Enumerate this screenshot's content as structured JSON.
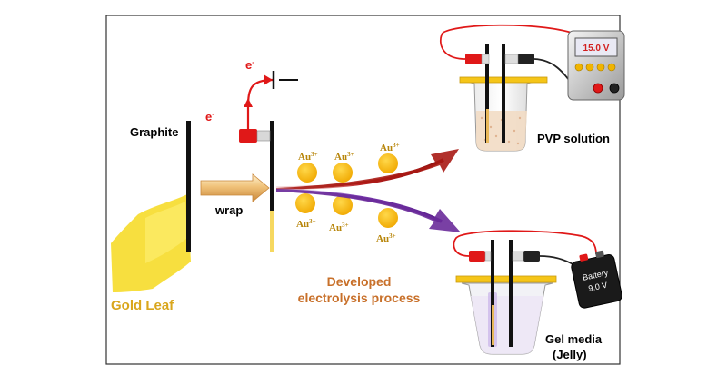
{
  "labels": {
    "graphite": "Graphite",
    "wrap": "wrap",
    "gold_leaf": "Gold Leaf",
    "electron": "e",
    "electron_sup": "-",
    "ion_base": "Au",
    "ion_sup": "3+",
    "process_line1": "Developed",
    "process_line2": "electrolysis process",
    "pvp_solution": "PVP solution",
    "gel_line1": "Gel media",
    "gel_line2": "(Jelly)",
    "power_supply_display": "15.0 V",
    "battery_line1": "Battery",
    "battery_line2": "9.0 V"
  },
  "colors": {
    "gold": "#f5c518",
    "gold_leaf": "#f6dc2a",
    "gold_text": "#d9a61c",
    "process_text": "#c8702a",
    "wire_red": "#e01818",
    "arrow_red": "#a81a14",
    "arrow_purple": "#6a2b9a",
    "electrode": "#111111",
    "display_red": "#d21f1f"
  }
}
